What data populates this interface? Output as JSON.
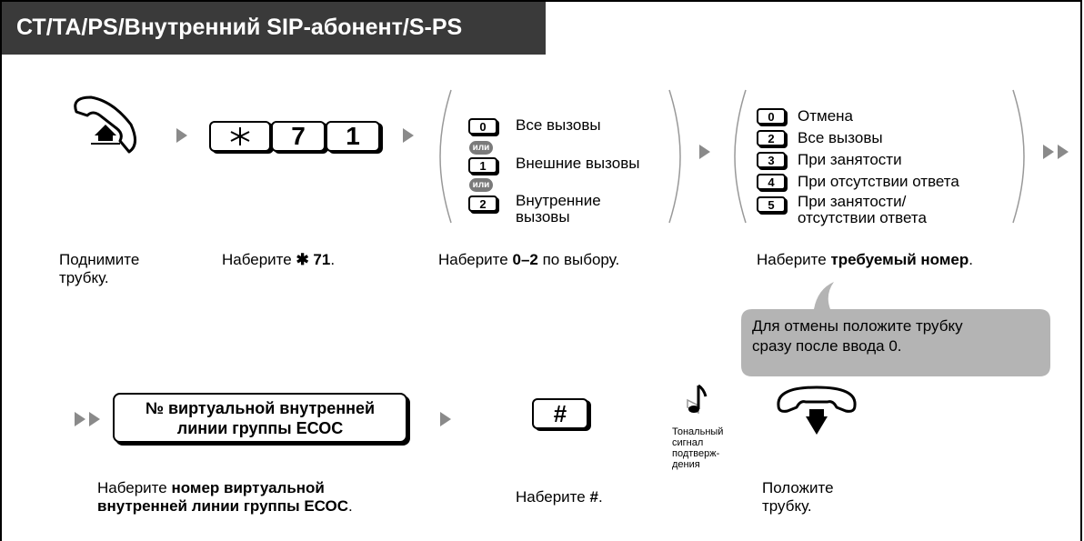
{
  "title": "СТ/ТА/PS/Внутренний SIP-абонент/S-PS",
  "step1": {
    "caption_line1": "Поднимите",
    "caption_line2": "трубку."
  },
  "step2": {
    "keys": [
      "*",
      "7",
      "1"
    ],
    "caption_prefix": "Наберите ",
    "caption_bold": "✱ 71",
    "caption_suffix": "."
  },
  "step3": {
    "options": [
      {
        "key": "0",
        "label": "Все вызовы"
      },
      {
        "key": "1",
        "label": "Внешние вызовы"
      },
      {
        "key": "2",
        "label_line1": "Внутренние",
        "label_line2": "вызовы"
      }
    ],
    "or_label": "или",
    "caption_prefix": "Наберите ",
    "caption_b1": "0",
    "caption_mid": "–",
    "caption_b2": "2",
    "caption_suffix": " по выбору."
  },
  "step4": {
    "options": [
      {
        "key": "0",
        "label": "Отмена"
      },
      {
        "key": "2",
        "label": "Все вызовы"
      },
      {
        "key": "3",
        "label": "При занятости"
      },
      {
        "key": "4",
        "label": "При отсутствии ответа"
      },
      {
        "key": "5",
        "label_line1": "При занятости/",
        "label_line2": "отсутствии ответа"
      }
    ],
    "caption_prefix": "Наберите ",
    "caption_bold": "требуемый номер",
    "caption_suffix": "."
  },
  "note": {
    "line1": "Для отмены положите трубку",
    "line2": "сразу после ввода 0."
  },
  "step5": {
    "box_line1": "№ виртуальной внутренней",
    "box_line2": "линии группы ЕСОС",
    "caption_prefix": "Наберите ",
    "caption_bold1": "номер виртуальной",
    "caption_bold2": "внутренней линии группы ЕСОС",
    "caption_suffix": "."
  },
  "step6": {
    "key": "#",
    "caption_prefix": "Наберите ",
    "caption_bold": "#",
    "caption_suffix": "."
  },
  "tone": {
    "line1": "Тональный",
    "line2": "сигнал",
    "line3": "подтверж-",
    "line4": "дения"
  },
  "step7": {
    "caption_line1": "Положите",
    "caption_line2": "трубку."
  },
  "colors": {
    "title_bg": "#3a3a3a",
    "arrow": "#8a8a8a",
    "note_bg": "#b4b4b4",
    "or_badge": "#7a7a7a"
  }
}
